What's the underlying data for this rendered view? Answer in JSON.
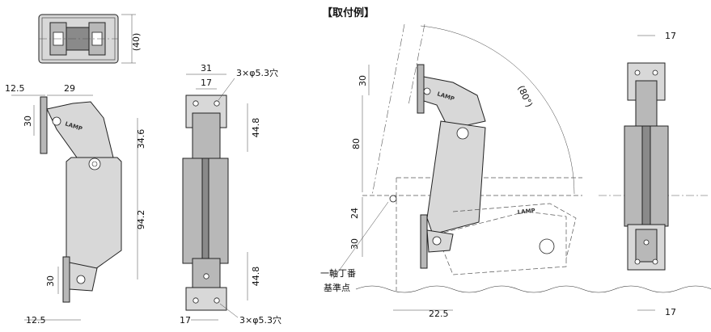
{
  "title": "【取付例】",
  "dimensions": {
    "top_view_width": "(40)",
    "side_left_offset_top": "12.5",
    "side_left_offset_bottom": "12.5",
    "side_arm_reach": "29",
    "side_plate_height_top": "30",
    "side_plate_height_bottom": "30",
    "side_upper_height": "34.6",
    "side_body_height": "94.2",
    "front_width": "31",
    "front_inner_width": "17",
    "front_bottom_width": "17",
    "front_hole_spacing_top": "44.8",
    "front_hole_spacing_bottom": "44.8",
    "front_holes_top": "3×φ5.3穴",
    "front_holes_bottom": "3×φ5.3穴",
    "install_plate_top": "30",
    "install_height": "80",
    "install_gap": "24",
    "install_plate_bottom": "30",
    "install_offset": "22.5",
    "install_angle": "(80°)",
    "right_width_top": "17",
    "right_width_bottom": "17"
  },
  "labels": {
    "hinge_reference_line1": "一軸丁番",
    "hinge_reference_line2": "基準点",
    "brand_mark_1": "LAMP",
    "brand_mark_2": "LAMP",
    "brand_mark_3": "LAMP"
  }
}
